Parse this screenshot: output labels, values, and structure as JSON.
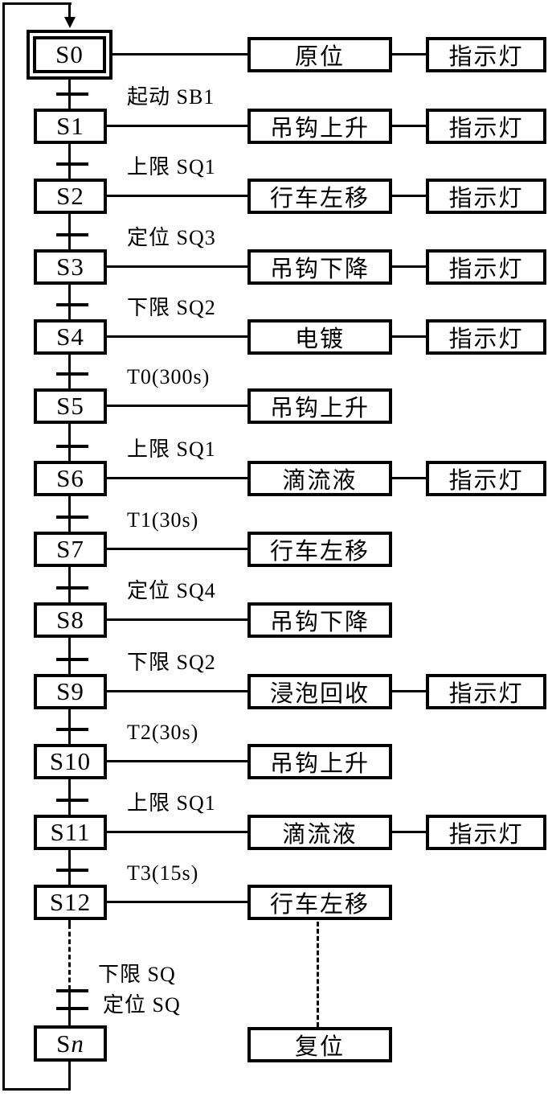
{
  "diagram": {
    "background": "#ffffff",
    "line_color": "#000000",
    "rows": [
      {
        "step": "S0",
        "initial": true,
        "transition": null,
        "action": "原位",
        "indicator": "指示灯"
      },
      {
        "step": "S1",
        "initial": false,
        "transition": "起动 SB1",
        "action": "吊钩上升",
        "indicator": "指示灯"
      },
      {
        "step": "S2",
        "initial": false,
        "transition": "上限 SQ1",
        "action": "行车左移",
        "indicator": "指示灯"
      },
      {
        "step": "S3",
        "initial": false,
        "transition": "定位 SQ3",
        "action": "吊钩下降",
        "indicator": "指示灯"
      },
      {
        "step": "S4",
        "initial": false,
        "transition": "下限 SQ2",
        "action": "电镀",
        "indicator": "指示灯"
      },
      {
        "step": "S5",
        "initial": false,
        "transition": "T0(300s)",
        "action": "吊钩上升",
        "indicator": null
      },
      {
        "step": "S6",
        "initial": false,
        "transition": "上限 SQ1",
        "action": "滴流液",
        "indicator": "指示灯"
      },
      {
        "step": "S7",
        "initial": false,
        "transition": "T1(30s)",
        "action": "行车左移",
        "indicator": null
      },
      {
        "step": "S8",
        "initial": false,
        "transition": "定位 SQ4",
        "action": "吊钩下降",
        "indicator": null
      },
      {
        "step": "S9",
        "initial": false,
        "transition": "下限 SQ2",
        "action": "浸泡回收",
        "indicator": "指示灯"
      },
      {
        "step": "S10",
        "initial": false,
        "transition": "T2(30s)",
        "action": "吊钩上升",
        "indicator": null
      },
      {
        "step": "S11",
        "initial": false,
        "transition": "上限 SQ1",
        "action": "滴流液",
        "indicator": "指示灯"
      },
      {
        "step": "S12",
        "initial": false,
        "transition": "T3(15s)",
        "action": "行车左移",
        "indicator": null
      }
    ],
    "tail": {
      "transitions": [
        "下限 SQ",
        "定位 SQ"
      ],
      "final_step": {
        "prefix": "S",
        "suffix": "n"
      },
      "final_action": "复位"
    }
  }
}
